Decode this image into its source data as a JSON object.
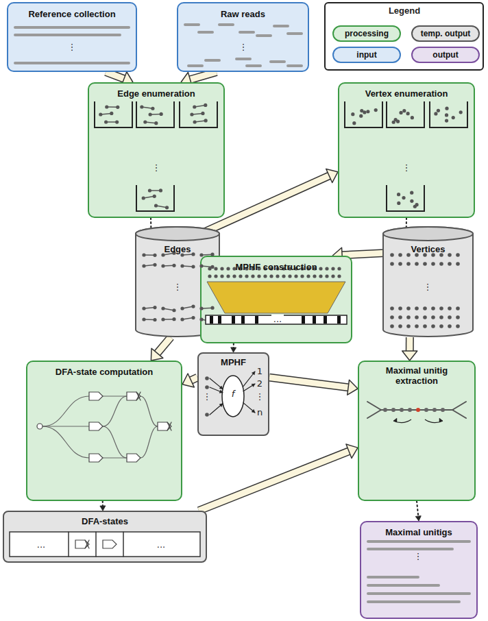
{
  "diagram": {
    "nodes": [
      {
        "text": [
          "Reference collection"
        ]
      },
      {
        "text": [
          "Raw reads"
        ]
      },
      {
        "text": [
          "Edge enumeration"
        ]
      },
      {
        "text": [
          "Vertex enumeration"
        ]
      },
      {
        "text": [
          "Edges"
        ]
      },
      {
        "text": [
          "Vertices"
        ]
      },
      {
        "text": [
          "MPHF construction"
        ]
      },
      {
        "text": [
          "MPHF"
        ]
      },
      {
        "text": [
          "DFA-state computation"
        ]
      },
      {
        "text": [
          "Maximal unitig extraction"
        ]
      },
      {
        "text": [
          "DFA-states"
        ]
      },
      {
        "text": [
          "Maximal unitigs"
        ]
      }
    ],
    "edges": [
      {
        "from": 0,
        "to": 2,
        "arrow": "to"
      },
      {
        "from": 1,
        "to": 2,
        "arrow": "to"
      },
      {
        "from": 2,
        "to": 4,
        "arrow": "to"
      },
      {
        "from": 4,
        "to": 3,
        "arrow": "to"
      },
      {
        "from": 3,
        "to": 5,
        "arrow": "to"
      },
      {
        "from": 5,
        "to": 6,
        "arrow": "to"
      },
      {
        "from": 4,
        "to": 8,
        "arrow": "to"
      },
      {
        "from": 5,
        "to": 9,
        "arrow": "to"
      },
      {
        "from": 6,
        "to": 7,
        "arrow": "to"
      },
      {
        "from": 7,
        "to": 8,
        "arrow": "to"
      },
      {
        "from": 7,
        "to": 9,
        "arrow": "to"
      },
      {
        "from": 8,
        "to": 10,
        "arrow": "to"
      },
      {
        "from": 10,
        "to": 9,
        "arrow": "to"
      },
      {
        "from": 9,
        "to": 11,
        "arrow": "to"
      }
    ],
    "labels": [
      "Legend",
      "⋮",
      "⋮",
      "⋮",
      "⋮",
      "⋮",
      "⋮",
      "...",
      "1",
      "2",
      "⋮",
      "n",
      "f",
      "⋮",
      "...",
      "...",
      "⋮"
    ],
    "legend": [
      {
        "text": "processing",
        "color": "#d9eed9"
      },
      {
        "text": "temp. output",
        "color": "#e4e4e4"
      },
      {
        "text": "input",
        "color": "#dce9f7"
      },
      {
        "text": "output",
        "color": "#e8e0f0"
      }
    ]
  }
}
